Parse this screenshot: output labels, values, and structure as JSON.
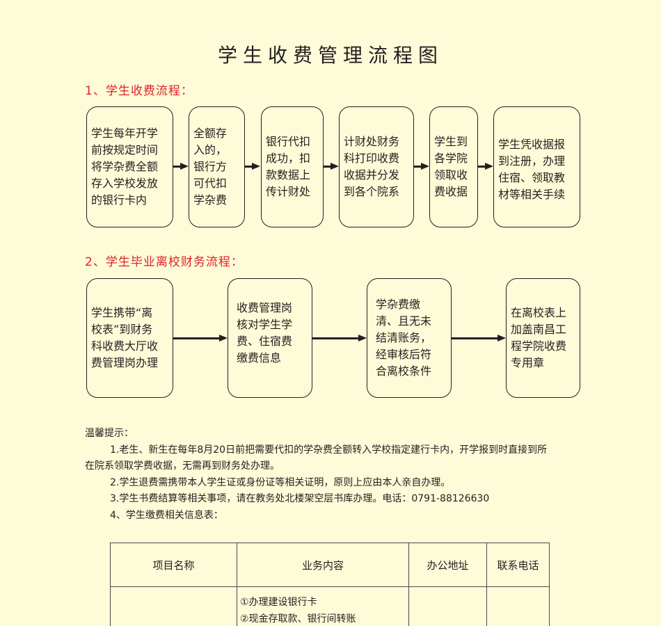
{
  "title": "学生收费管理流程图",
  "section1": {
    "heading": "1、学生收费流程：",
    "steps": [
      "学生每年开学\n前按规定时间\n将学杂费全额\n存入学校发放\n的银行卡内",
      "全额存\n入的，\n银行方\n可代扣\n学杂费",
      "银行代扣\n成功，扣\n款数据上\n传计财处",
      "计财处财务\n科打印收费\n收据并分发\n到各个院系",
      "学生到\n各学院\n领取收\n费收据",
      "学生凭收据报\n到注册，办理\n住宿、领取教\n材等相关手续"
    ]
  },
  "section2": {
    "heading": "2、学生毕业离校财务流程：",
    "steps": [
      "学生携带“离\n校表”到财务\n科收费大厅收\n费管理岗办理",
      "收费管理岗\n核对学生学\n费、住宿费\n缴费信息",
      "学杂费缴\n清、且无未\n结清账务，\n经审核后符\n合离校条件",
      "在离校表上\n加盖南昌工\n程学院收费\n专用章"
    ]
  },
  "tips": {
    "heading": "温馨提示：",
    "items": [
      "1.老生、新生在每年8月20日前把需要代扣的学杂费全额转入学校指定建行卡内，开学报到时直接到所",
      "在院系领取学费收据，无需再到财务处办理。",
      "2.学生退费需携带本人学生证或身份证等相关证明，原则上应由本人亲自办理。",
      "3.学生书费结算等相关事项，请在教务处北楼架空层书库办理。电话：0791-88126630",
      "4、学生缴费相关信息表："
    ]
  },
  "table": {
    "headers": [
      "项目名称",
      "业务内容",
      "办公地址",
      "联系电话"
    ],
    "rows": [
      {
        "name": "",
        "content": [
          "①办理建设银行卡",
          "②现金存取款、银行间转账"
        ],
        "address": "",
        "phone": ""
      }
    ]
  }
}
